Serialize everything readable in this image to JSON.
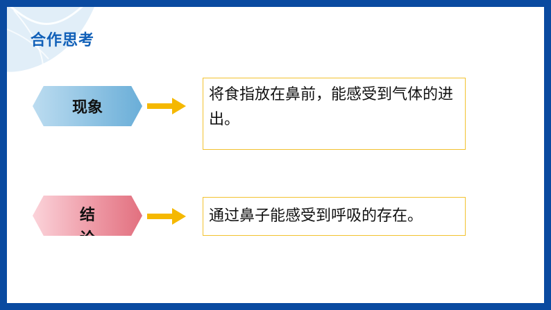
{
  "title": "合作思考",
  "rows": [
    {
      "label": "现象",
      "text": "将食指放在鼻前，能感受到气体的进出。",
      "color": "#8fc3e3"
    },
    {
      "label_line1": "结",
      "label_line2": "论",
      "text": "通过鼻子能感受到呼吸的存在。",
      "color": "#e2707f"
    }
  ],
  "colors": {
    "frame": "#0a4aa0",
    "title": "#1160b8",
    "arrow": "#f5b800",
    "box_border": "#f2c12e"
  },
  "icons": {
    "leaf": "leaf-decoration-icon",
    "arrow": "right-arrow-icon"
  }
}
